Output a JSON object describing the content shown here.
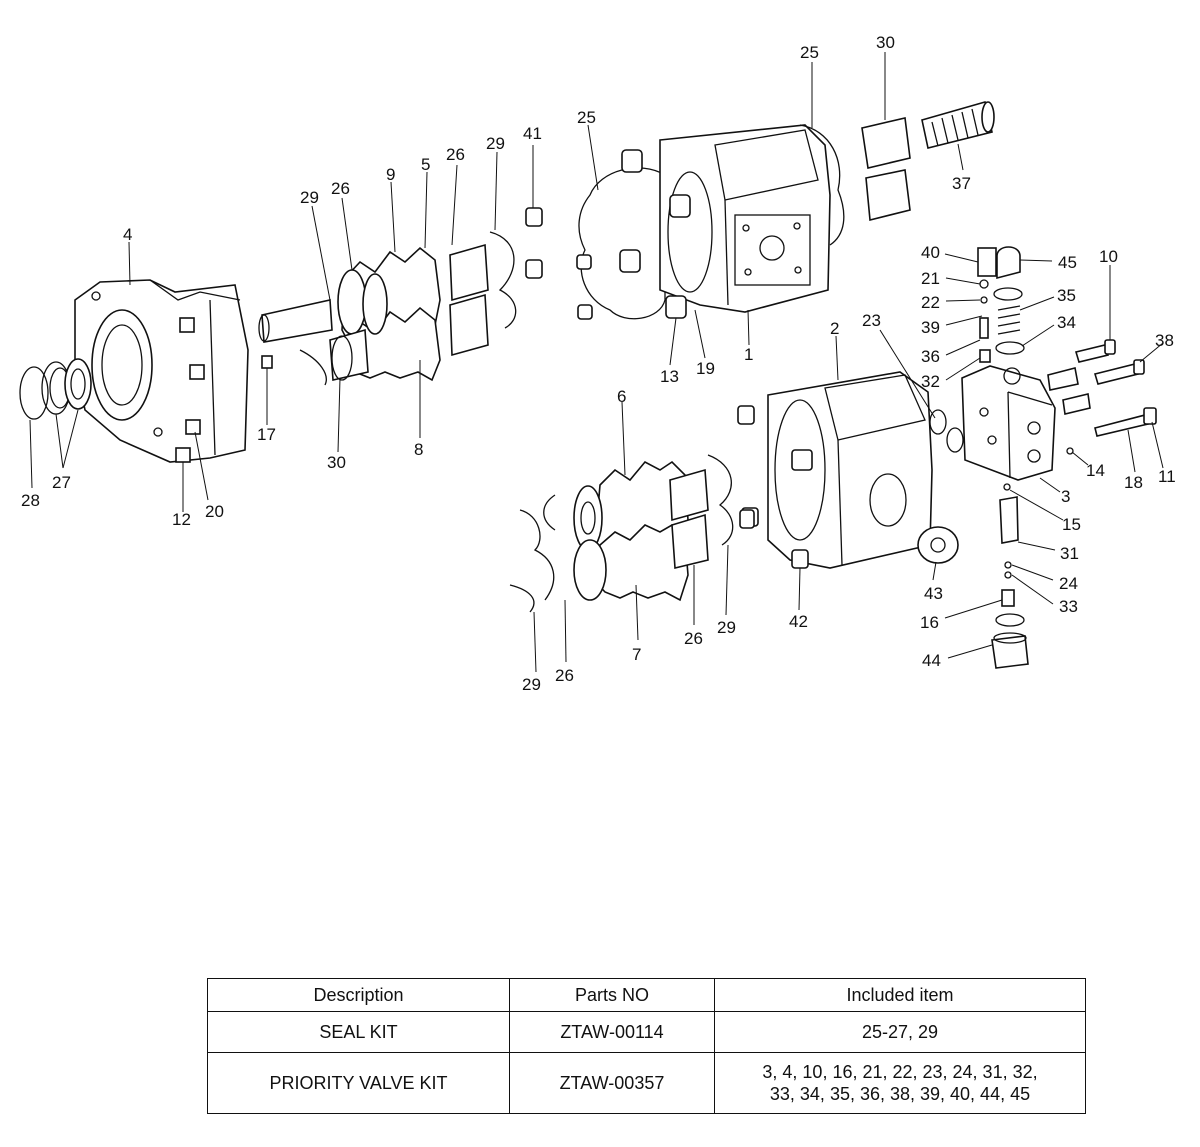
{
  "callouts": [
    {
      "n": "1"
    },
    {
      "n": "2"
    },
    {
      "n": "3"
    },
    {
      "n": "4"
    },
    {
      "n": "5"
    },
    {
      "n": "6"
    },
    {
      "n": "7"
    },
    {
      "n": "8"
    },
    {
      "n": "9"
    },
    {
      "n": "10"
    },
    {
      "n": "11"
    },
    {
      "n": "12"
    },
    {
      "n": "13"
    },
    {
      "n": "14"
    },
    {
      "n": "15"
    },
    {
      "n": "16"
    },
    {
      "n": "17"
    },
    {
      "n": "18"
    },
    {
      "n": "19"
    },
    {
      "n": "20"
    },
    {
      "n": "21"
    },
    {
      "n": "22"
    },
    {
      "n": "23"
    },
    {
      "n": "24"
    },
    {
      "n": "25"
    },
    {
      "n": "25"
    },
    {
      "n": "26"
    },
    {
      "n": "26"
    },
    {
      "n": "26"
    },
    {
      "n": "26"
    },
    {
      "n": "27"
    },
    {
      "n": "28"
    },
    {
      "n": "29"
    },
    {
      "n": "29"
    },
    {
      "n": "29"
    },
    {
      "n": "29"
    },
    {
      "n": "30"
    },
    {
      "n": "30"
    },
    {
      "n": "31"
    },
    {
      "n": "32"
    },
    {
      "n": "33"
    },
    {
      "n": "34"
    },
    {
      "n": "35"
    },
    {
      "n": "36"
    },
    {
      "n": "37"
    },
    {
      "n": "38"
    },
    {
      "n": "39"
    },
    {
      "n": "40"
    },
    {
      "n": "41"
    },
    {
      "n": "42"
    },
    {
      "n": "43"
    },
    {
      "n": "44"
    },
    {
      "n": "45"
    }
  ],
  "table": {
    "headers": [
      "Description",
      "Parts NO",
      "Included item"
    ],
    "rows": [
      {
        "description": "SEAL KIT",
        "part_no": "ZTAW-00114",
        "items_line1": "25-27, 29",
        "items_line2": ""
      },
      {
        "description": "PRIORITY VALVE KIT",
        "part_no": "ZTAW-00357",
        "items_line1": "3, 4, 10, 16, 21, 22, 23, 24, 31, 32,",
        "items_line2": "33, 34, 35, 36, 38, 39, 40, 44, 45"
      }
    ]
  }
}
